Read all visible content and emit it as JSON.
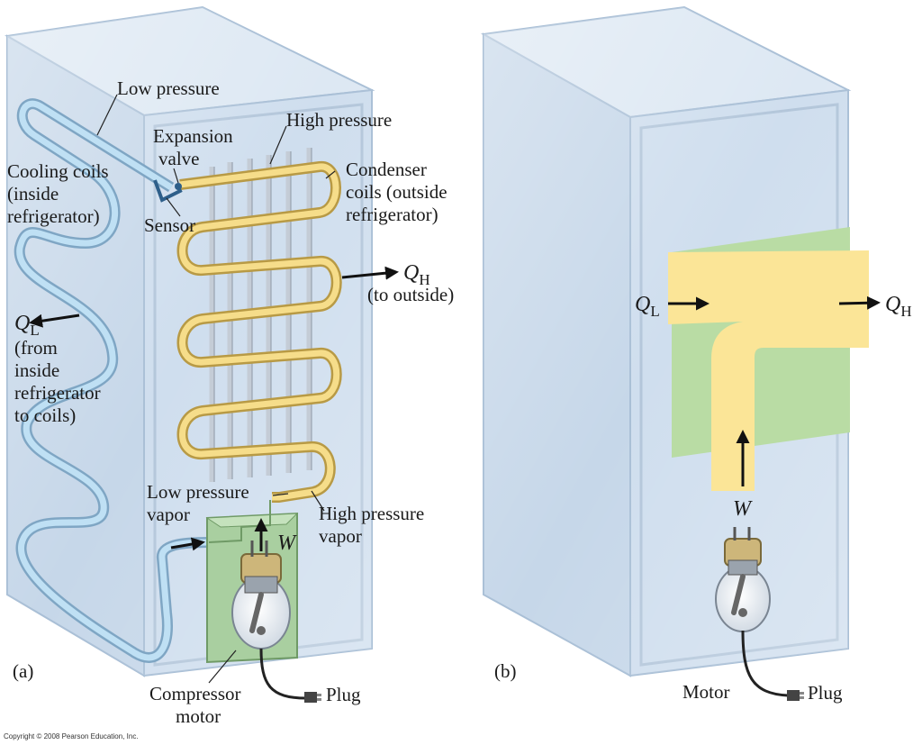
{
  "panel_a": {
    "tag": "(a)",
    "labels": {
      "low_pressure": "Low pressure",
      "high_pressure": "High pressure",
      "expansion": "Expansion",
      "valve": "valve",
      "cooling_coils_1": "Cooling coils",
      "cooling_coils_2": "(inside",
      "cooling_coils_3": "refrigerator)",
      "sensor": "Sensor",
      "condenser_1": "Condenser",
      "condenser_2": "coils (outside",
      "condenser_3": "refrigerator)",
      "qh_symbol": "Q",
      "qh_sub": "H",
      "to_outside": "(to outside)",
      "ql_symbol": "Q",
      "ql_sub": "L",
      "from_1": "(from",
      "from_2": "inside",
      "from_3": "refrigerator",
      "from_4": "to coils)",
      "lp_vapor_1": "Low pressure",
      "lp_vapor_2": "vapor",
      "hp_vapor_1": "High pressure",
      "hp_vapor_2": "vapor",
      "work": "W",
      "compressor_1": "Compressor",
      "compressor_2": "motor",
      "plug": "Plug"
    }
  },
  "panel_b": {
    "tag": "(b)",
    "labels": {
      "ql_symbol": "Q",
      "ql_sub": "L",
      "qh_symbol": "Q",
      "qh_sub": "H",
      "work": "W",
      "motor": "Motor",
      "plug": "Plug"
    }
  },
  "copyright": "Copyright © 2008 Pearson Education, Inc.",
  "colors": {
    "fridge_body": "#c9d9ea",
    "fridge_edge": "#a9bfd6",
    "pipe_hot": "#f6dd8a",
    "pipe_cold": "#a9d3ee",
    "green_panel": "#b9dca4",
    "yellow_flow": "#fbe597"
  }
}
